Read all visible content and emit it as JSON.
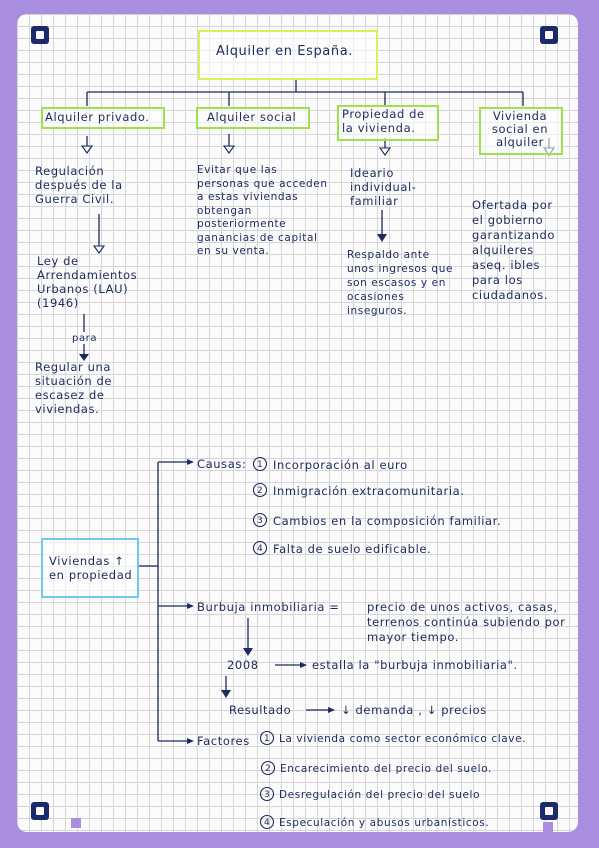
{
  "title": "Alquiler en España.",
  "categories": [
    {
      "label": "Alquiler privado."
    },
    {
      "label": "Alquiler social"
    },
    {
      "label": "Propiedad de la vivienda."
    },
    {
      "label": "Vivienda social en alquiler"
    }
  ],
  "privado": {
    "text1": "Regulación después de la Guerra Civil.",
    "text2": "Ley de Arrendamientos Urbanos (LAU) (1946)",
    "para": "para",
    "text3": "Regular una situación de escasez de viviendas."
  },
  "social": {
    "text1": "Evitar que las personas que acceden a estas viviendas obtengan posteriormente ganancias de capital en su venta."
  },
  "propiedad": {
    "text1": "Ideario individual-familiar",
    "text2": "Respaldo ante unos ingresos que son escasos y en ocasiones inseguros."
  },
  "vsocial": {
    "text1": "Ofertada por el gobierno garantizando alquileres aseq. ibles para los ciudadanos."
  },
  "central": {
    "label": "Viviendas ↑ en propiedad"
  },
  "causas": {
    "label": "Causas:",
    "items": [
      {
        "num": "1",
        "text": "Incorporación al euro"
      },
      {
        "num": "2",
        "text": "Inmigración extracomunitaria."
      },
      {
        "num": "3",
        "text": "Cambios en la composición familiar."
      },
      {
        "num": "4",
        "text": "Falta de suelo edificable."
      }
    ]
  },
  "burbuja": {
    "label": "Burbuja inmobiliaria =",
    "def": "precio de unos activos, casas, terrenos continúa subiendo por mayor tiempo.",
    "year": "2008",
    "estalla": "estalla la \"burbuja inmobiliaria\".",
    "resultado": "Resultado",
    "demanda": "↓ demanda , ↓ precios"
  },
  "factores": {
    "label": "Factores",
    "items": [
      {
        "num": "1",
        "text": "La vivienda como sector económico clave."
      },
      {
        "num": "2",
        "text": "Encarecimiento del precio del suelo."
      },
      {
        "num": "3",
        "text": "Desregulación del precio del suelo"
      },
      {
        "num": "4",
        "text": "Especulación y abusos urbanísticos."
      }
    ]
  },
  "colors": {
    "title_box": "#d7f15a",
    "category_box": "#9fe04f",
    "central_box": "#6fc8ee",
    "ink": "#1c2a5e",
    "frame": "#a98ee0"
  }
}
